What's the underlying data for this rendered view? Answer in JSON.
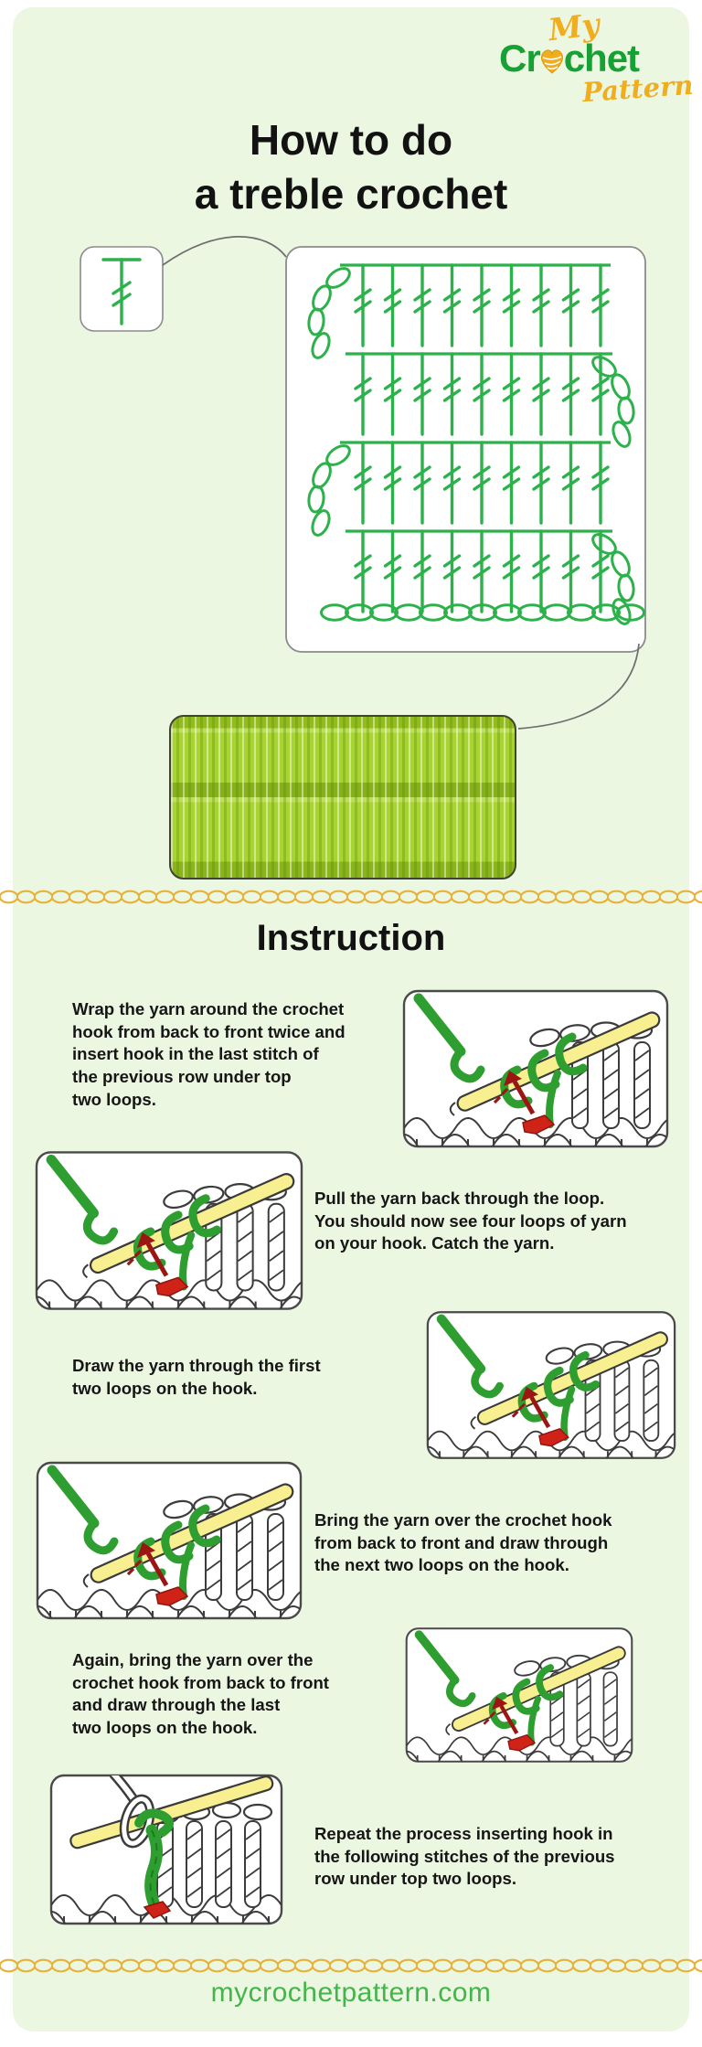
{
  "page": {
    "background_color": "#ffffff",
    "panel_color": "#ecf7e2"
  },
  "logo": {
    "word_top": "My",
    "word_main_left": "Cr",
    "word_main_right": "chet",
    "word_bottom": "Pattern",
    "green": "#17a034",
    "gold": "#f0ae1f",
    "icon": "yarn-heart-icon"
  },
  "header": {
    "title_line1": "How to do",
    "title_line2": "a treble crochet"
  },
  "diagram": {
    "legend_symbol": "treble-crochet-symbol",
    "stroke_color": "#2cb14b",
    "rows_of_trebles": 4,
    "trebles_per_row": 9,
    "foundation_chain_count": 13,
    "turning_chains_per_row": 4
  },
  "divider": {
    "style": "crochet-chain",
    "color": "#e7b23c"
  },
  "swatch": {
    "label": "treble-crochet-fabric-swatch",
    "yarn_color": "#a7d431"
  },
  "instruction": {
    "heading": "Instruction",
    "steps": [
      {
        "text": "Wrap the yarn around the crochet\nhook from back to front twice and\ninsert hook in the last stitch of\nthe previous row under top\ntwo loops.",
        "image_side": "right",
        "art": "hook-wrapped-twice-insert"
      },
      {
        "text": "Pull the yarn back through the loop.\nYou should now see four loops of yarn\non your hook. Catch the yarn.",
        "image_side": "left",
        "art": "four-loops-on-hook"
      },
      {
        "text": "Draw the yarn through the first\ntwo loops on the hook.",
        "image_side": "right",
        "art": "draw-through-first-two-loops"
      },
      {
        "text": "Bring the yarn over the crochet hook\nfrom back to front and draw through\nthe next two loops on the hook.",
        "image_side": "left",
        "art": "draw-through-next-two-loops"
      },
      {
        "text": "Again, bring the yarn over the\ncrochet hook from back to front\nand draw through the last\ntwo loops on the hook.",
        "image_side": "right",
        "art": "draw-through-last-two-loops"
      },
      {
        "text": "Repeat the process inserting hook in\nthe following stitches of the previous\nrow under top two loops.",
        "image_side": "left",
        "art": "finished-treble-repeat"
      }
    ]
  },
  "footer": {
    "website": "mycrochetpattern.com",
    "color": "#44b54a"
  }
}
